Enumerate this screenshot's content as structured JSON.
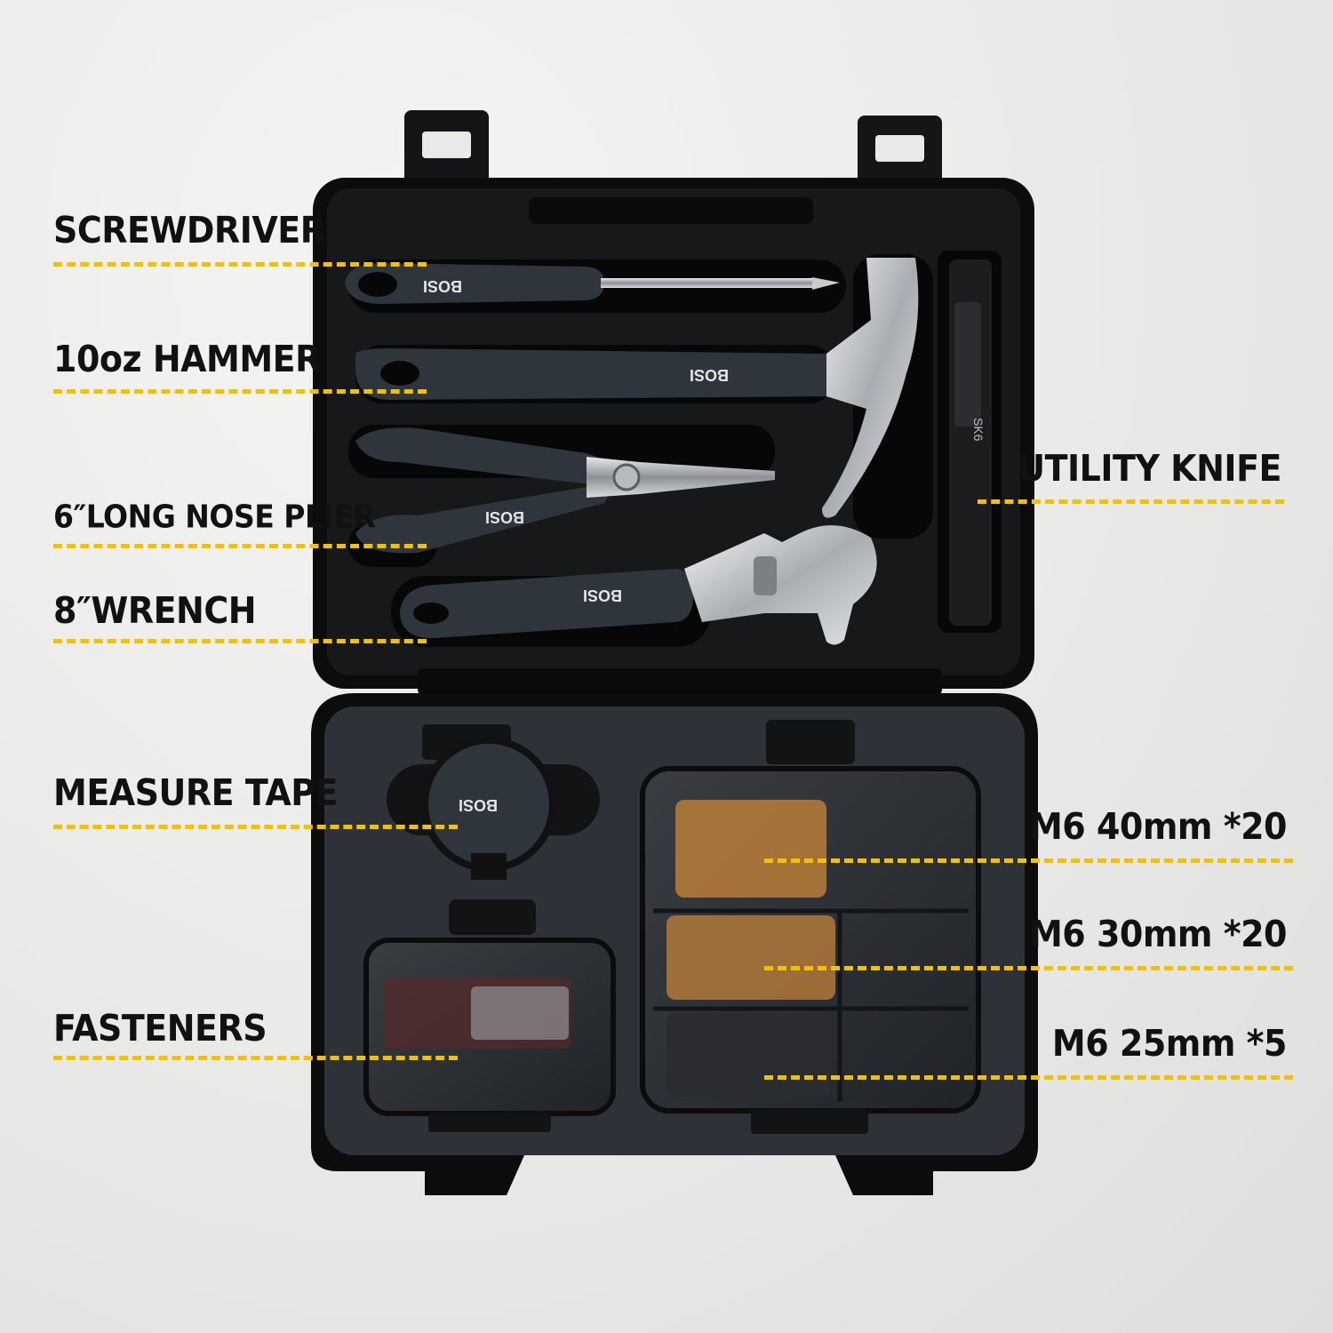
{
  "brand": {
    "logo_text": "BOSI",
    "knife_text": "SK6"
  },
  "colors": {
    "accent_dash": "#f2c200",
    "label_text": "#111111",
    "case_body": "#0d0d0e",
    "foam": "#33383e"
  },
  "callouts": {
    "screwdriver": "SCREWDRIVER",
    "hammer": "10oz HAMMER",
    "plier": "6″LONG NOSE PLIER",
    "wrench": "8″WRENCH",
    "utility_knife": "UTILITY KNIFE",
    "measure_tape": "MEASURE TAPE",
    "fasteners": "FASTENERS",
    "m6_40": "M6 40mm *20",
    "m6_30": "M6 30mm *20",
    "m6_25": "M6 25mm *5"
  }
}
